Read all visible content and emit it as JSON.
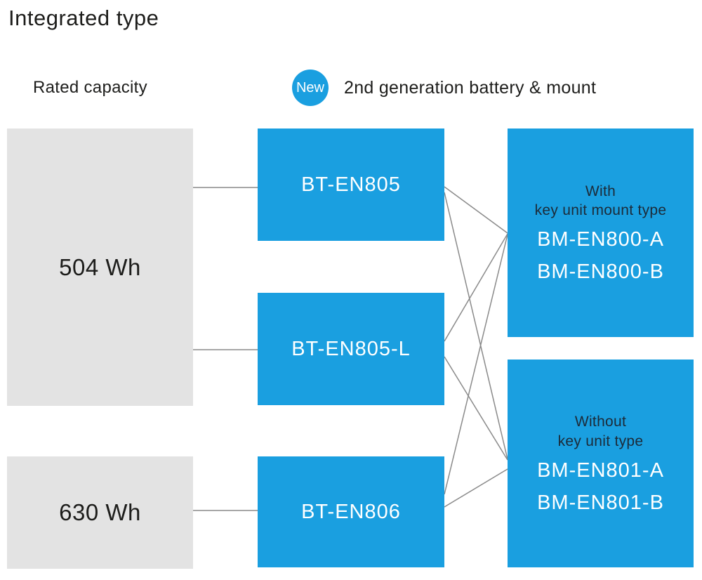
{
  "title": "Integrated type",
  "headers": {
    "rated_capacity": "Rated capacity",
    "badge_label": "New",
    "generation_text": "2nd generation battery & mount"
  },
  "capacities": [
    {
      "label": "504 Wh"
    },
    {
      "label": "630 Wh"
    }
  ],
  "batteries": [
    {
      "label": "BT-EN805"
    },
    {
      "label": "BT-EN805-L"
    },
    {
      "label": "BT-EN806"
    }
  ],
  "mounts": [
    {
      "caption_line1": "With",
      "caption_line2": "key unit mount type",
      "models": [
        "BM-EN800-A",
        "BM-EN800-B"
      ]
    },
    {
      "caption_line1": "Without",
      "caption_line2": "key unit type",
      "models": [
        "BM-EN801-A",
        "BM-EN801-B"
      ]
    }
  ],
  "colors": {
    "blue": "#1A9FE0",
    "gray": "#E3E3E3",
    "line": "#8A8A8A",
    "dark_text": "#1D1D1B",
    "navy_text": "#1C2B39",
    "white_text": "#FFFFFF"
  }
}
